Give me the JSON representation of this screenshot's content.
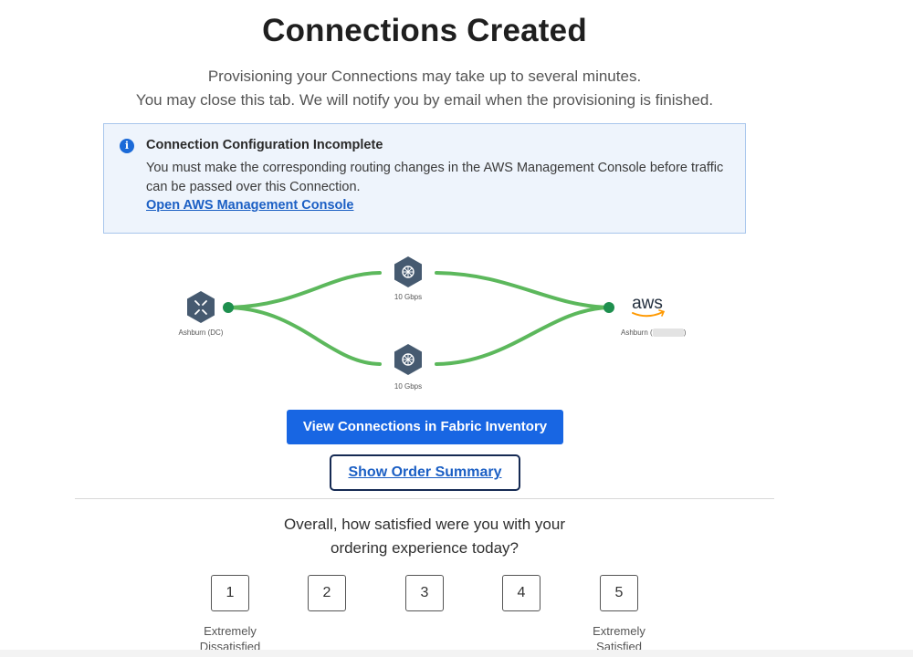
{
  "page": {
    "title": "Connections Created",
    "subtitle_line1": "Provisioning your Connections may take up to several minutes.",
    "subtitle_line2": "You may close this tab. We will notify you by email when the provisioning is finished."
  },
  "alert": {
    "icon": "info-icon",
    "title": "Connection Configuration Incomplete",
    "body": "You must make the corresponding routing changes in the AWS Management Console before traffic can be passed over this Connection.",
    "link_label": "Open AWS Management Console"
  },
  "diagram": {
    "source_label": "Ashburn (DC)",
    "destination_brand": "aws",
    "destination_label": "Ashburn (",
    "destination_label_end": ")",
    "paths": [
      {
        "bandwidth": "10 Gbps"
      },
      {
        "bandwidth": "10 Gbps"
      }
    ],
    "line_color": "#5cb85c",
    "node_color": "#1e8f4e"
  },
  "actions": {
    "primary_label": "View Connections in Fabric Inventory",
    "summary_link_label": "Show Order Summary"
  },
  "survey": {
    "question_line1": "Overall, how satisfied were you with your",
    "question_line2": "ordering experience today?",
    "ratings": [
      "1",
      "2",
      "3",
      "4",
      "5"
    ],
    "low_label_line1": "Extremely",
    "low_label_line2": "Dissatisfied",
    "high_label_line1": "Extremely",
    "high_label_line2": "Satisfied"
  }
}
